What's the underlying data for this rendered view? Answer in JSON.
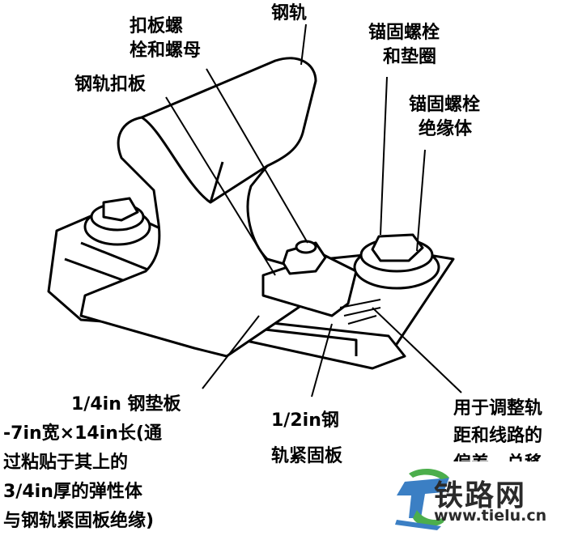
{
  "labels": {
    "rail": "钢轨",
    "clip_bolt": [
      "扣板螺",
      "栓和螺母"
    ],
    "rail_clip": "钢轨扣板",
    "anchor_bolt_washer": [
      "锚固螺栓",
      "和垫圈"
    ],
    "anchor_bolt_insulator": [
      "锚固螺栓",
      "绝缘体"
    ],
    "steel_plate": [
      "1/4in 钢垫板",
      "-7in宽×14in长(通",
      "过粘贴于其上的",
      "3/4in厚的弹性体",
      "与钢轨紧固板绝缘)"
    ],
    "fastening_plate": [
      "1/2in钢",
      "轨紧固板"
    ],
    "adjust": [
      "用于调整轨",
      "距和线路的",
      "偏差、总移"
    ]
  },
  "watermark": {
    "name": "铁路网",
    "url": "www.tielu.cn",
    "colors": {
      "blue": "#3b7fc4",
      "green": "#4cae4c"
    }
  }
}
